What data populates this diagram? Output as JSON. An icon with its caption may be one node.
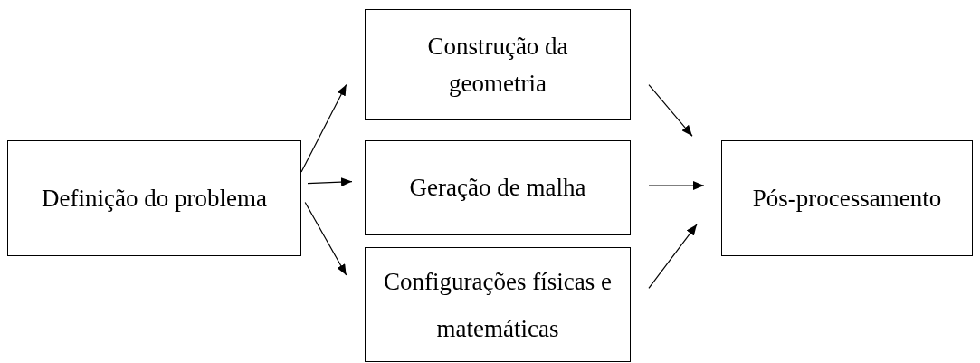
{
  "diagram": {
    "nodes": [
      {
        "text": [
          "Definição do problema"
        ]
      },
      {
        "text": [
          "Construção da geometria"
        ]
      },
      {
        "text": [
          "Geração de malha"
        ]
      },
      {
        "text": [
          "Configurações físicas e matemáticas"
        ]
      },
      {
        "text": [
          "Pós-processamento"
        ]
      }
    ],
    "edges": [
      {
        "from": 0,
        "to": 1,
        "arrow": "to"
      },
      {
        "from": 0,
        "to": 2,
        "arrow": "to"
      },
      {
        "from": 0,
        "to": 3,
        "arrow": "to"
      },
      {
        "from": 1,
        "to": 4,
        "arrow": "to"
      },
      {
        "from": 2,
        "to": 4,
        "arrow": "to"
      },
      {
        "from": 3,
        "to": 4,
        "arrow": "to"
      }
    ]
  }
}
